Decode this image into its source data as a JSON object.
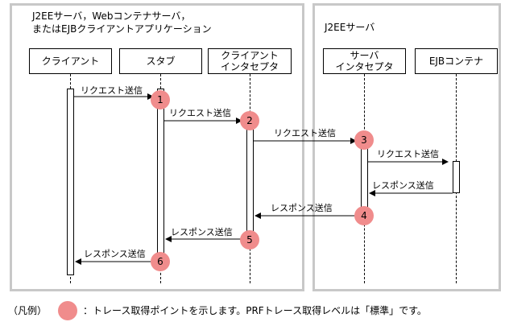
{
  "regions": {
    "left_label": "J2EEサーバ，Webコンテナサーバ，\nまたはEJBクライアントアプリケーション",
    "right_label": "J2EEサーバ"
  },
  "lifelines": [
    {
      "label": "クライアント"
    },
    {
      "label": "スタブ"
    },
    {
      "label": "クライアント\nインタセプタ"
    },
    {
      "label": "サーバ\nインタセプタ"
    },
    {
      "label": "EJBコンテナ"
    }
  ],
  "messages": [
    {
      "label": "リクエスト送信"
    },
    {
      "label": "リクエスト送信"
    },
    {
      "label": "リクエスト送信"
    },
    {
      "label": "リクエスト送信"
    },
    {
      "label": "レスポンス送信"
    },
    {
      "label": "レスポンス送信"
    },
    {
      "label": "レスポンス送信"
    },
    {
      "label": "レスポンス送信"
    }
  ],
  "points": [
    "1",
    "2",
    "3",
    "4",
    "5",
    "6"
  ],
  "legend": {
    "prefix": "（凡例）",
    "text": "：トレース取得ポイントを示します。PRFトレース取得レベルは「標準」です。"
  },
  "colors": {
    "point": "#f08c8c",
    "region_border": "#c8c8c8"
  }
}
